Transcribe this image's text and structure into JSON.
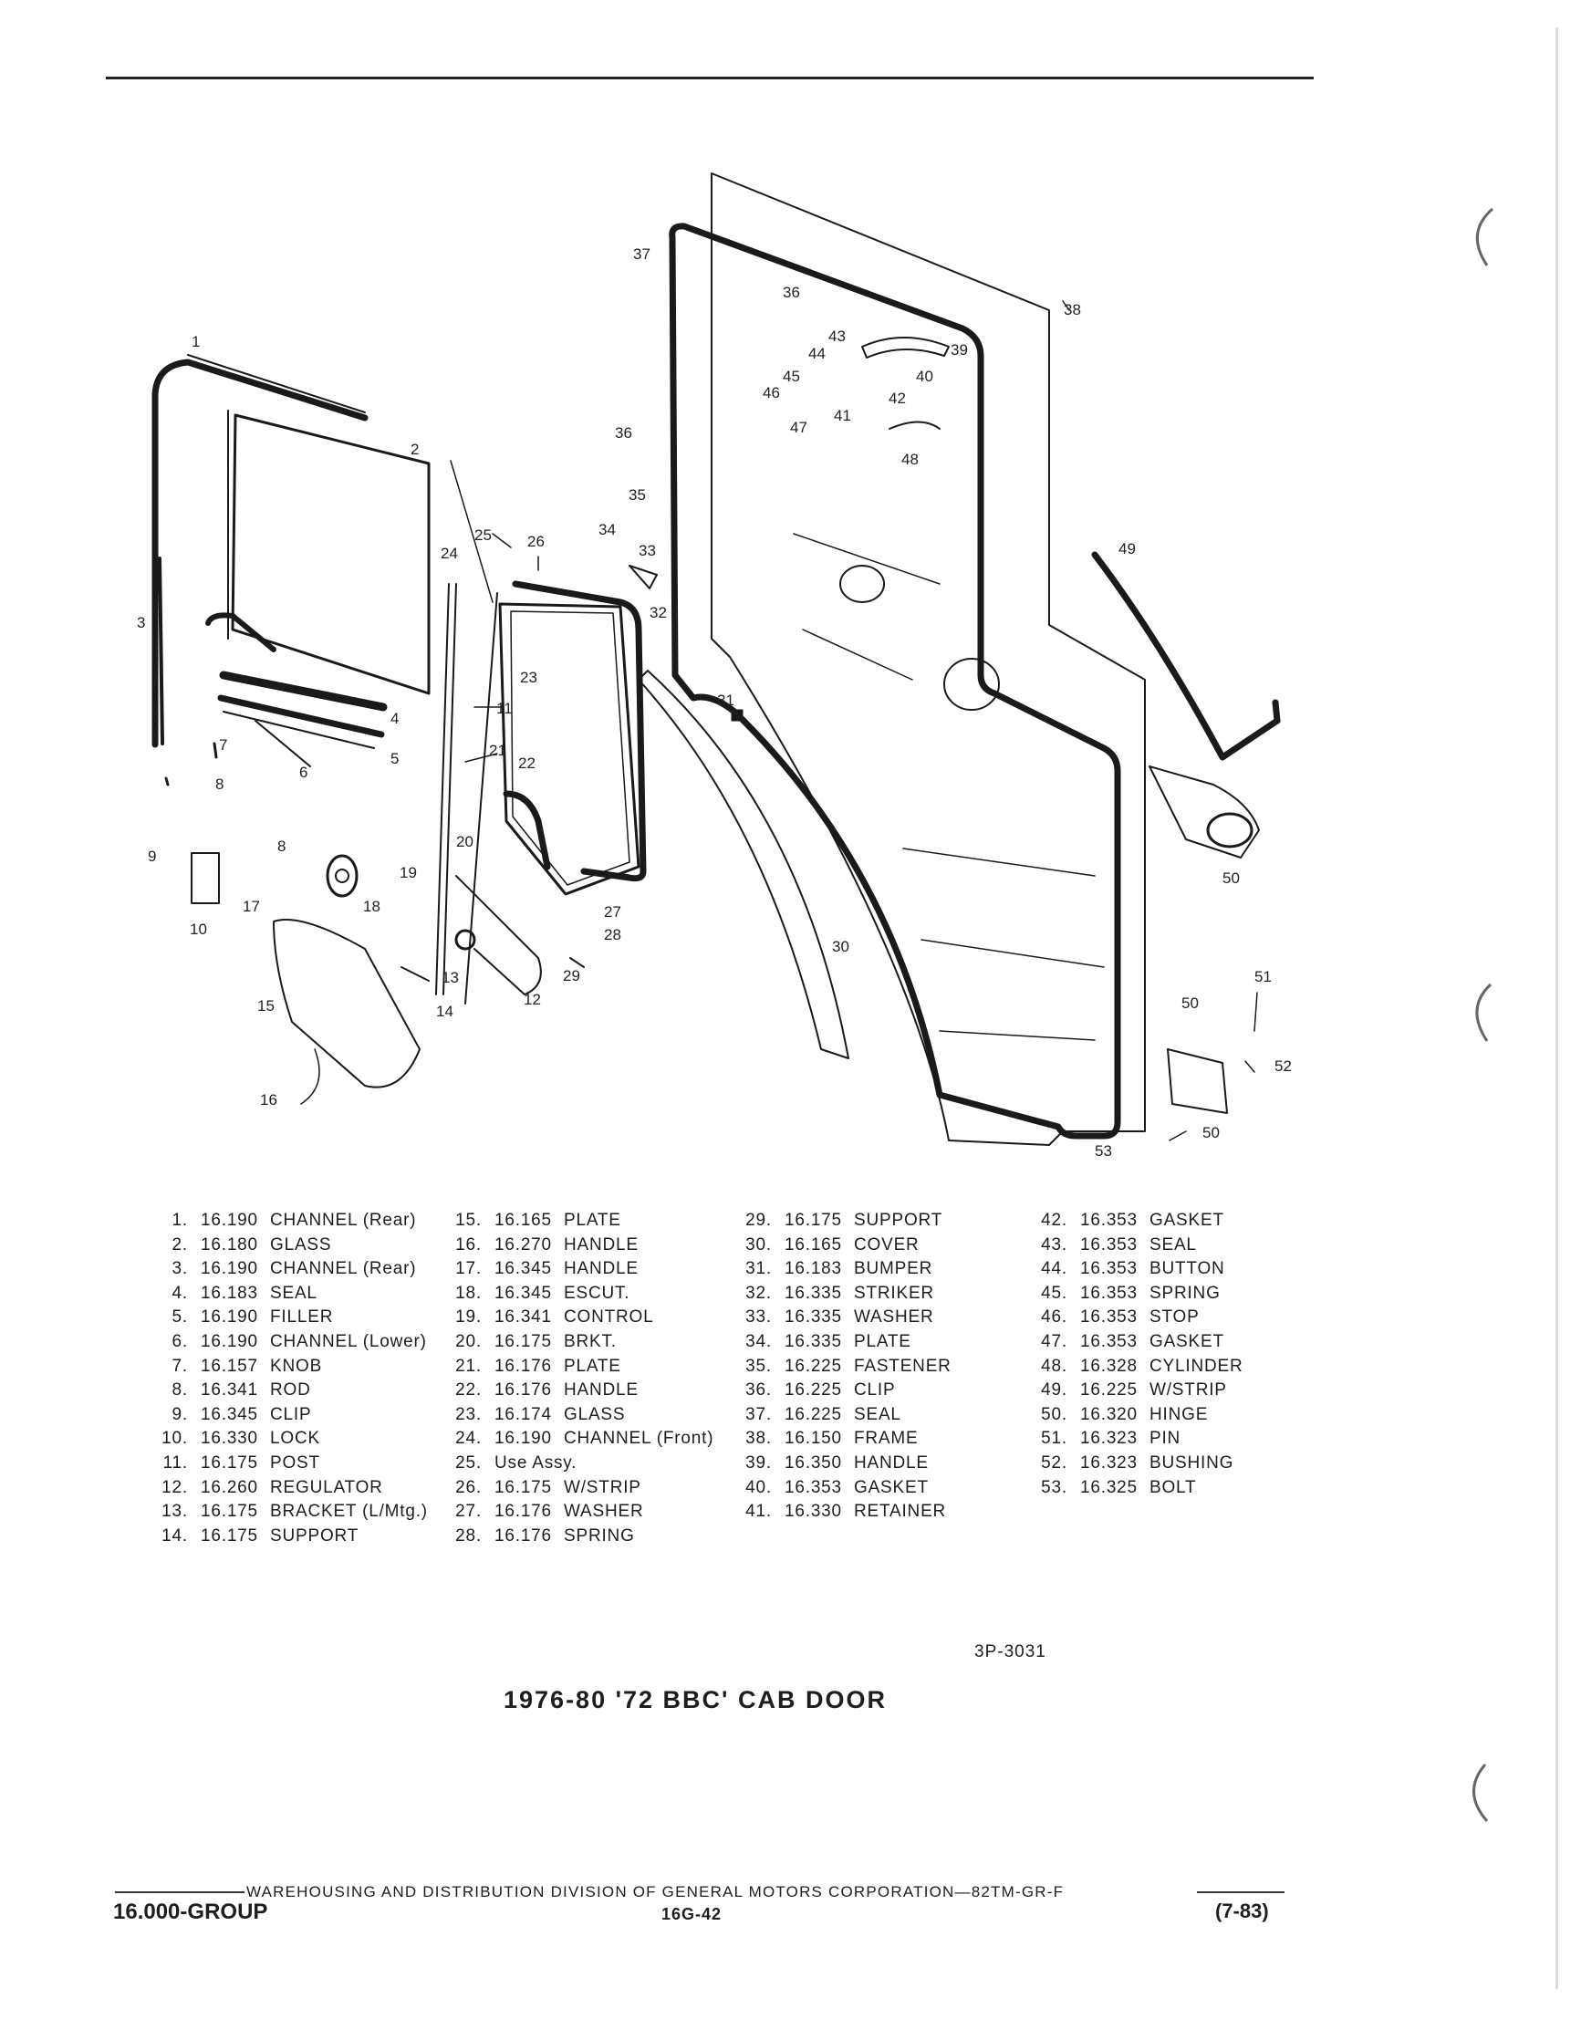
{
  "callouts": {
    "c1": "1",
    "c2": "2",
    "c3": "3",
    "c4": "4",
    "c5": "5",
    "c6": "6",
    "c7": "7",
    "c8a": "8",
    "c8b": "8",
    "c9": "9",
    "c10": "10",
    "c11": "11",
    "c12": "12",
    "c13": "13",
    "c14": "14",
    "c15": "15",
    "c16": "16",
    "c17": "17",
    "c18": "18",
    "c19": "19",
    "c20": "20",
    "c21": "21",
    "c22": "22",
    "c23": "23",
    "c24": "24",
    "c25": "25",
    "c26": "26",
    "c27": "27",
    "c28": "28",
    "c29": "29",
    "c30": "30",
    "c31": "31",
    "c32": "32",
    "c33": "33",
    "c34": "34",
    "c35": "35",
    "c36a": "36",
    "c36b": "36",
    "c37": "37",
    "c38": "38",
    "c39": "39",
    "c40": "40",
    "c41": "41",
    "c42": "42",
    "c43": "43",
    "c44": "44",
    "c45": "45",
    "c46": "46",
    "c47": "47",
    "c48": "48",
    "c49": "49",
    "c50a": "50",
    "c50b": "50",
    "c50c": "50",
    "c51": "51",
    "c52": "52",
    "c53": "53"
  },
  "parts": [
    {
      "n": "1.",
      "p": "16.190",
      "d": "CHANNEL (Rear)"
    },
    {
      "n": "2.",
      "p": "16.180",
      "d": "GLASS"
    },
    {
      "n": "3.",
      "p": "16.190",
      "d": "CHANNEL (Rear)"
    },
    {
      "n": "4.",
      "p": "16.183",
      "d": "SEAL"
    },
    {
      "n": "5.",
      "p": "16.190",
      "d": "FILLER"
    },
    {
      "n": "6.",
      "p": "16.190",
      "d": "CHANNEL (Lower)"
    },
    {
      "n": "7.",
      "p": "16.157",
      "d": "KNOB"
    },
    {
      "n": "8.",
      "p": "16.341",
      "d": "ROD"
    },
    {
      "n": "9.",
      "p": "16.345",
      "d": "CLIP"
    },
    {
      "n": "10.",
      "p": "16.330",
      "d": "LOCK"
    },
    {
      "n": "11.",
      "p": "16.175",
      "d": "POST"
    },
    {
      "n": "12.",
      "p": "16.260",
      "d": "REGULATOR"
    },
    {
      "n": "13.",
      "p": "16.175",
      "d": "BRACKET (L/Mtg.)"
    },
    {
      "n": "14.",
      "p": "16.175",
      "d": "SUPPORT"
    },
    {
      "n": "15.",
      "p": "16.165",
      "d": "PLATE"
    },
    {
      "n": "16.",
      "p": "16.270",
      "d": "HANDLE"
    },
    {
      "n": "17.",
      "p": "16.345",
      "d": "HANDLE"
    },
    {
      "n": "18.",
      "p": "16.345",
      "d": "ESCUT."
    },
    {
      "n": "19.",
      "p": "16.341",
      "d": "CONTROL"
    },
    {
      "n": "20.",
      "p": "16.175",
      "d": "BRKT."
    },
    {
      "n": "21.",
      "p": "16.176",
      "d": "PLATE"
    },
    {
      "n": "22.",
      "p": "16.176",
      "d": "HANDLE"
    },
    {
      "n": "23.",
      "p": "16.174",
      "d": "GLASS"
    },
    {
      "n": "24.",
      "p": "16.190",
      "d": "CHANNEL (Front)"
    },
    {
      "n": "25.",
      "p": "Use Assy.",
      "d": ""
    },
    {
      "n": "26.",
      "p": "16.175",
      "d": "W/STRIP"
    },
    {
      "n": "27.",
      "p": "16.176",
      "d": "WASHER"
    },
    {
      "n": "28.",
      "p": "16.176",
      "d": "SPRING"
    },
    {
      "n": "29.",
      "p": "16.175",
      "d": "SUPPORT"
    },
    {
      "n": "30.",
      "p": "16.165",
      "d": "COVER"
    },
    {
      "n": "31.",
      "p": "16.183",
      "d": "BUMPER"
    },
    {
      "n": "32.",
      "p": "16.335",
      "d": "STRIKER"
    },
    {
      "n": "33.",
      "p": "16.335",
      "d": "WASHER"
    },
    {
      "n": "34.",
      "p": "16.335",
      "d": "PLATE"
    },
    {
      "n": "35.",
      "p": "16.225",
      "d": "FASTENER"
    },
    {
      "n": "36.",
      "p": "16.225",
      "d": "CLIP"
    },
    {
      "n": "37.",
      "p": "16.225",
      "d": "SEAL"
    },
    {
      "n": "38.",
      "p": "16.150",
      "d": "FRAME"
    },
    {
      "n": "39.",
      "p": "16.350",
      "d": "HANDLE"
    },
    {
      "n": "40.",
      "p": "16.353",
      "d": "GASKET"
    },
    {
      "n": "41.",
      "p": "16.330",
      "d": "RETAINER"
    },
    {
      "n": "42.",
      "p": "16.353",
      "d": "GASKET"
    },
    {
      "n": "43.",
      "p": "16.353",
      "d": "SEAL"
    },
    {
      "n": "44.",
      "p": "16.353",
      "d": "BUTTON"
    },
    {
      "n": "45.",
      "p": "16.353",
      "d": "SPRING"
    },
    {
      "n": "46.",
      "p": "16.353",
      "d": "STOP"
    },
    {
      "n": "47.",
      "p": "16.353",
      "d": "GASKET"
    },
    {
      "n": "48.",
      "p": "16.328",
      "d": "CYLINDER"
    },
    {
      "n": "49.",
      "p": "16.225",
      "d": "W/STRIP"
    },
    {
      "n": "50.",
      "p": "16.320",
      "d": "HINGE"
    },
    {
      "n": "51.",
      "p": "16.323",
      "d": "PIN"
    },
    {
      "n": "52.",
      "p": "16.323",
      "d": "BUSHING"
    },
    {
      "n": "53.",
      "p": "16.325",
      "d": "BOLT"
    }
  ],
  "figure_ref": "3P-3031",
  "title": "1976-80 '72 BBC' CAB DOOR",
  "footer": {
    "line": "WAREHOUSING AND DISTRIBUTION DIVISION OF GENERAL MOTORS CORPORATION—82TM-GR-F",
    "group": "16.000-GROUP",
    "page": "16G-42",
    "date": "(7-83)"
  }
}
